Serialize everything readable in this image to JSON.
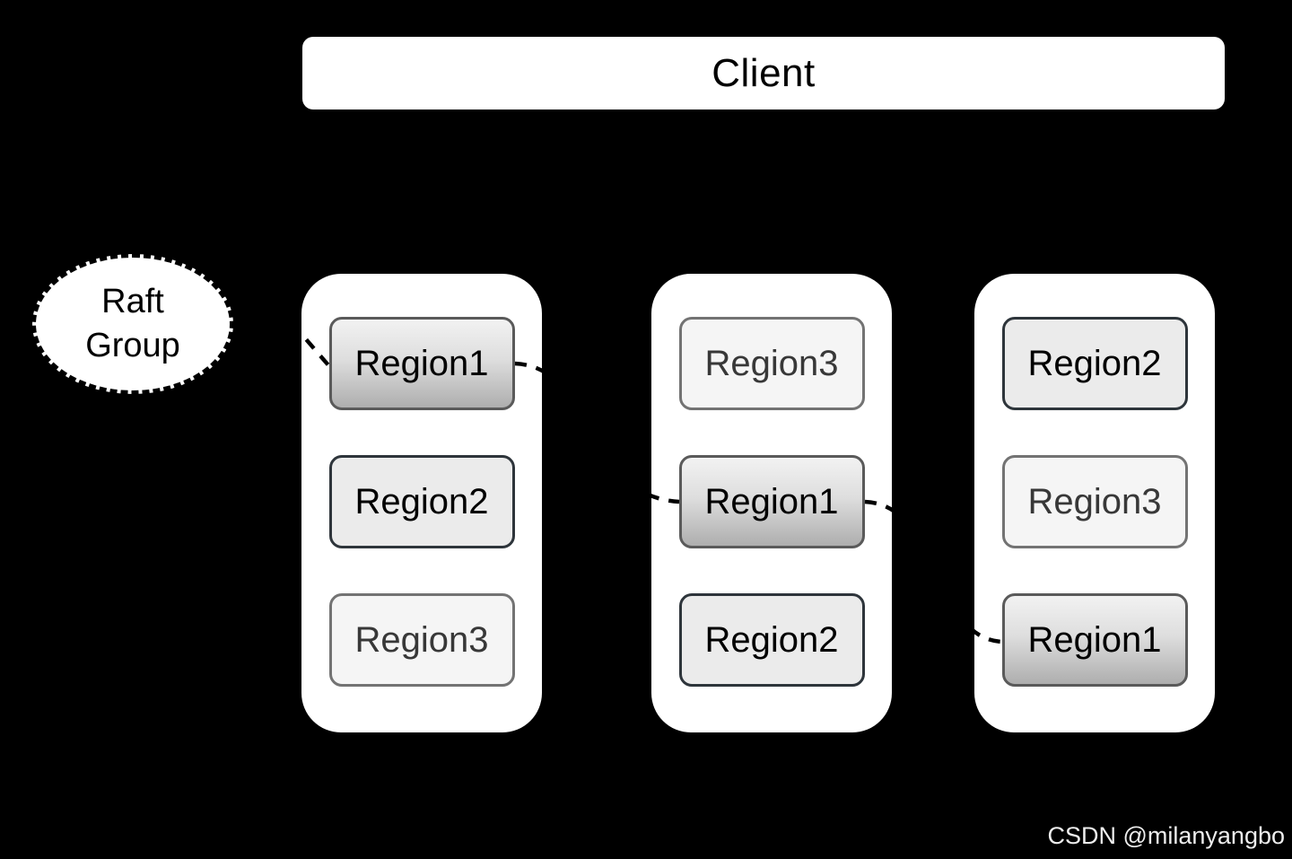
{
  "client": {
    "label": "Client"
  },
  "raft_group": {
    "line1": "Raft",
    "line2": "Group"
  },
  "nodes": [
    {
      "regions": [
        {
          "label": "Region1",
          "variant": "leader"
        },
        {
          "label": "Region2",
          "variant": "follower-dark"
        },
        {
          "label": "Region3",
          "variant": "follower-light"
        }
      ]
    },
    {
      "regions": [
        {
          "label": "Region3",
          "variant": "follower-light"
        },
        {
          "label": "Region1",
          "variant": "leader"
        },
        {
          "label": "Region2",
          "variant": "follower-dark"
        }
      ]
    },
    {
      "regions": [
        {
          "label": "Region2",
          "variant": "follower-dark"
        },
        {
          "label": "Region3",
          "variant": "follower-light"
        },
        {
          "label": "Region1",
          "variant": "leader"
        }
      ]
    }
  ],
  "watermark": {
    "label": "CSDN @milanyangbo"
  },
  "colors": {
    "bg": "#000000",
    "surface": "#ffffff",
    "ink": "#000000",
    "connector": "#000000",
    "leader-border": "#5a5a5a",
    "leader-top": "#f2f2f2",
    "leader-bottom": "#aeaeae",
    "fdark-border": "#2e353b",
    "fdark-fill": "#ebebeb",
    "flight-border": "#737373",
    "flight-fill": "#f5f5f5",
    "flight-ink": "#383838",
    "watermark": "#ededed"
  }
}
